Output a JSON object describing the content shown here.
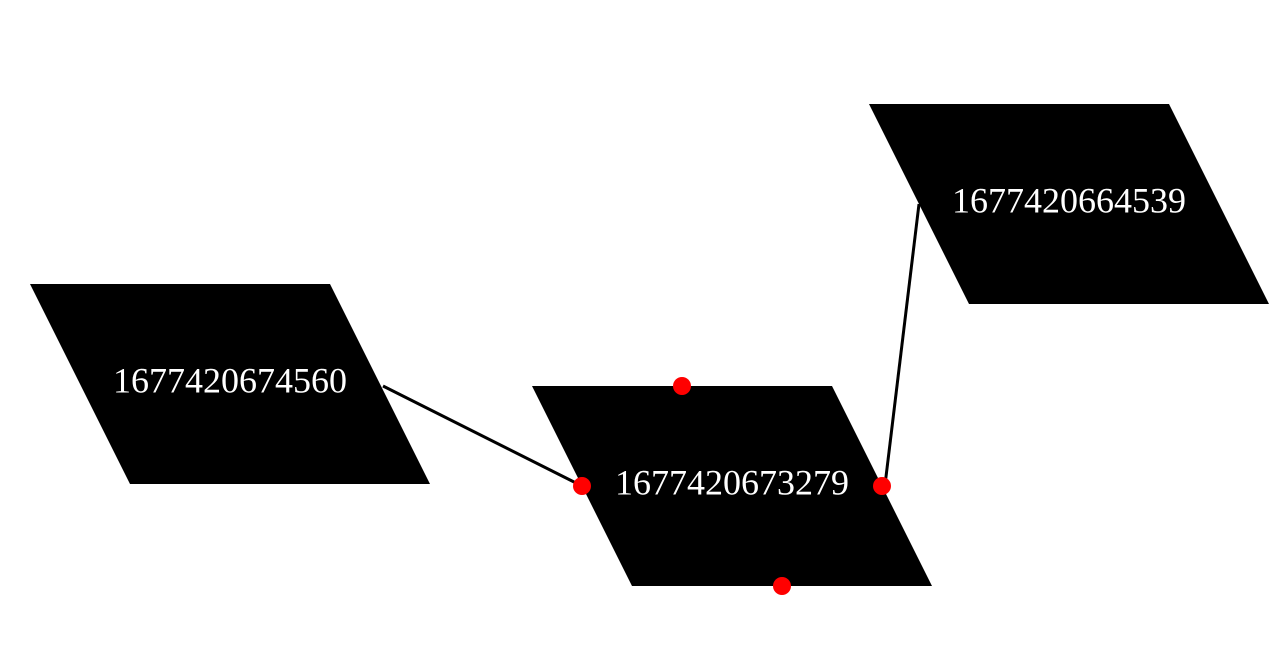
{
  "diagram": {
    "nodes": [
      {
        "id": "n1",
        "label": "1677420674560",
        "selected": false
      },
      {
        "id": "n2",
        "label": "1677420673279",
        "selected": true
      },
      {
        "id": "n3",
        "label": "1677420664539",
        "selected": false
      }
    ],
    "edges": [
      {
        "from": "n1",
        "to": "n2"
      },
      {
        "from": "n2",
        "to": "n3"
      }
    ],
    "colors": {
      "node_fill": "#000000",
      "label": "#ffffff",
      "edge": "#000000",
      "handle": "#ff0000"
    }
  }
}
